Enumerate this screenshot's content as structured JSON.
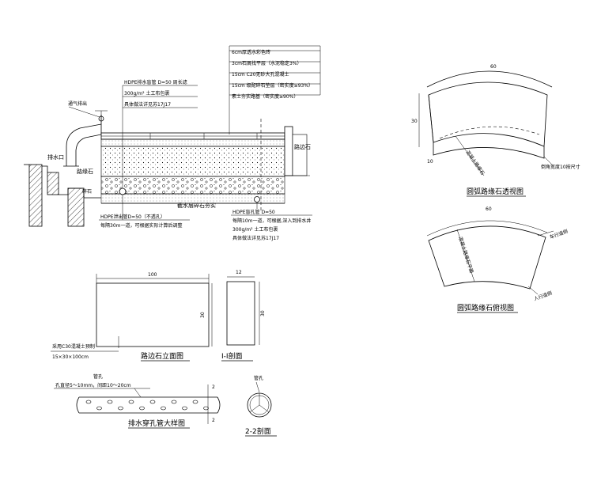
{
  "section": {
    "layers": [
      "6cm厚透水彩色砖",
      "3cm石屑找平层（水泥稳定3%）",
      "15cm C20无砂大孔混凝土",
      "15cm 级配碎石垫层（密实度≥93%）",
      "素土夯实路基（密实度≥90%）"
    ],
    "pipe_note": [
      "HDPE排水盲管 D=50 周长滤",
      "300g/m² 土工布包裹",
      "具体做法详见苏17J17"
    ],
    "top_valve_label": "通气排出",
    "left_labels": {
      "drain": "排水口",
      "stone": "路缘石",
      "gravel": "碎石"
    },
    "right_label": "路边石",
    "bottom_label": "截水层碎石夯实",
    "note_left": [
      "HDPE泄出管D=50（不透孔）",
      "每隔30m一道，可根据实际计算后调整"
    ],
    "note_right": [
      "HDPE盲孔管 D=50",
      "每隔10m一道，可根据,深入到排水井",
      "300g/m² 土工布包裹",
      "具体做法详见苏17J17"
    ]
  },
  "curved_persp": {
    "dim_top": "60",
    "dim_h": "30",
    "dim_w": "10",
    "label_left": "混凝土路缘石",
    "label_right": "倒角宽度10按尺寸",
    "title": "圆弧路缘石透视图"
  },
  "curved_plan": {
    "dim_top": "60",
    "label_mid": "混凝土路缘石平面",
    "label_right_top": "车行道侧",
    "label_right_bottom": "人行道侧",
    "title": "圆弧路缘石俯视图"
  },
  "elevation": {
    "dim_w": "100",
    "dim_h": "30",
    "note": [
      "采用C30混凝土预制",
      "15×30×100cm"
    ],
    "title": "路边石立面图"
  },
  "section11": {
    "dim_w": "12",
    "dim_h": "30",
    "title": "I-I剖面"
  },
  "pipe": {
    "label_top": "管孔",
    "note": "孔直径5～10mm，间距10～20cm",
    "cut_label": "2",
    "title": "排水穿孔管大样图"
  },
  "section22": {
    "label": "管孔",
    "title": "2-2剖面"
  }
}
